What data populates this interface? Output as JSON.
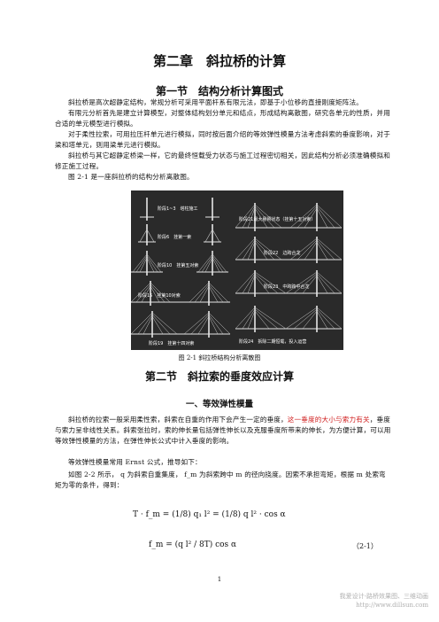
{
  "chapter_title": "第二章　斜拉桥的计算",
  "section1_title": "第一节　结构分析计算图式",
  "section1_paragraphs": [
    "斜拉桥是高次超静定结构，常规分析可采用平面杆系有限元法，即基于小位移的直接刚度矩阵法。",
    "有限元分析首先是建立计算模型，对整体结构划分单元和结点，形成结构离散图，研究各单元的性质，并用合适的单元模型进行模拟。",
    "对于柔性拉索，可用拉压杆单元进行模拟，同时按后面介绍的等效弹性模量方法考虑斜索的垂度影响，对于梁和塔单元，则用梁单元进行模拟。",
    "斜拉桥与其它超静定桥梁一样，它的最终恒载受力状态与施工过程密切相关，因此结构分析必须准确模拟和修正施工过程。",
    "图 2-1 是一座斜拉桥的结构分析离散图。"
  ],
  "figure": {
    "left_labels": [
      "阶段1~3　塔柱施工",
      "阶段6　挂第一索",
      "阶段10　挂第五对索",
      "阶段15　挂第10对索",
      "阶段19　挂第十四对索"
    ],
    "right_labels": [
      "阶段21最大悬臂状态（挂第十五对索）",
      "阶段22　边跨合龙",
      "阶段23　中跨跨中合龙",
      "阶段24　拆除二期恒载，投入运营"
    ],
    "caption": "图 2-1 斜拉桥结构分析离散图"
  },
  "section2_title": "第二节　斜拉索的垂度效应计算",
  "subsection_title": "一、等效弹性模量",
  "section2_p1_a": "斜拉桥的拉索一般采用柔性索，斜索在自重的作用下会产生一定的垂度，",
  "section2_p1_red": "这一垂度的大小与索力有关",
  "section2_p1_b": "，垂度与索力呈非线性关系。斜索张拉时，索的伸长量包括弹性伸长以及克服垂度所带来的伸长，为方便计算，可以用等效弹性模量的方法，在弹性伸长公式中计入垂度的影响。",
  "section2_p2": "等效弹性模量常用 Ernst 公式，推导如下：",
  "section2_p3": "如图 2-2 所示， q 为斜索自重集度， f_m 为斜索跨中 m 的径向挠度。因索不承担弯矩，根据 m 处索弯矩为零的条件，得到：",
  "formula1": "T · f_m = (1/8) q₁ l² = (1/8) q l² · cos α",
  "formula2": "f_m = (q l² / 8T) cos α",
  "eq_number": "（2-1）",
  "page_number": "1",
  "watermark_line1": "我爱设计-路桥效果图、三维动画",
  "watermark_line2": "http://www.dillsun.com"
}
